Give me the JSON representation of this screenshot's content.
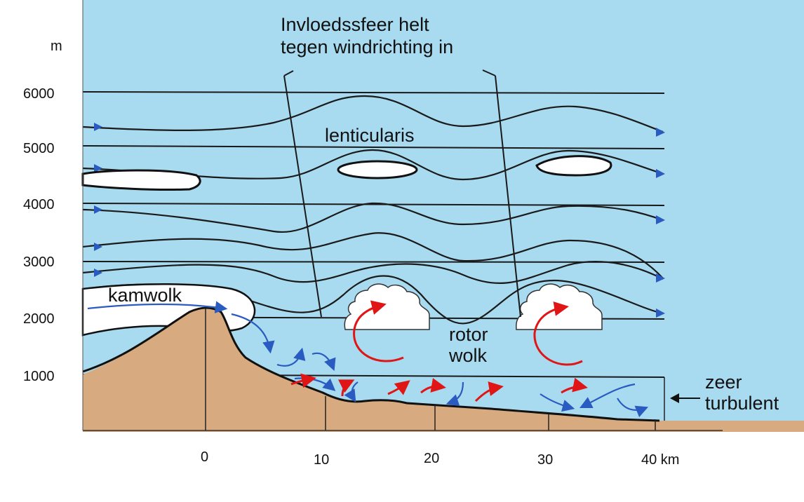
{
  "y_axis": {
    "unit": "m",
    "ticks": [
      "6000",
      "5000",
      "4000",
      "3000",
      "2000",
      "1000"
    ]
  },
  "x_axis": {
    "ticks": [
      "0",
      "10",
      "20",
      "30",
      "40 km"
    ]
  },
  "labels": {
    "influence_line1": "Invloedssfeer helt",
    "influence_line2": "tegen windrichting in",
    "lenticularis": "lenticularis",
    "kamwolk": "kamwolk",
    "rotor_line1": "rotor",
    "rotor_line2": "wolk",
    "turbulent_line1": "zeer",
    "turbulent_line2": "turbulent"
  },
  "colors": {
    "sky": "#a8daf0",
    "ground": "#d7ab7f",
    "cloud": "#ffffff",
    "flow_arrow": "#2a5bc0",
    "rotor_arrow": "#e01515"
  }
}
